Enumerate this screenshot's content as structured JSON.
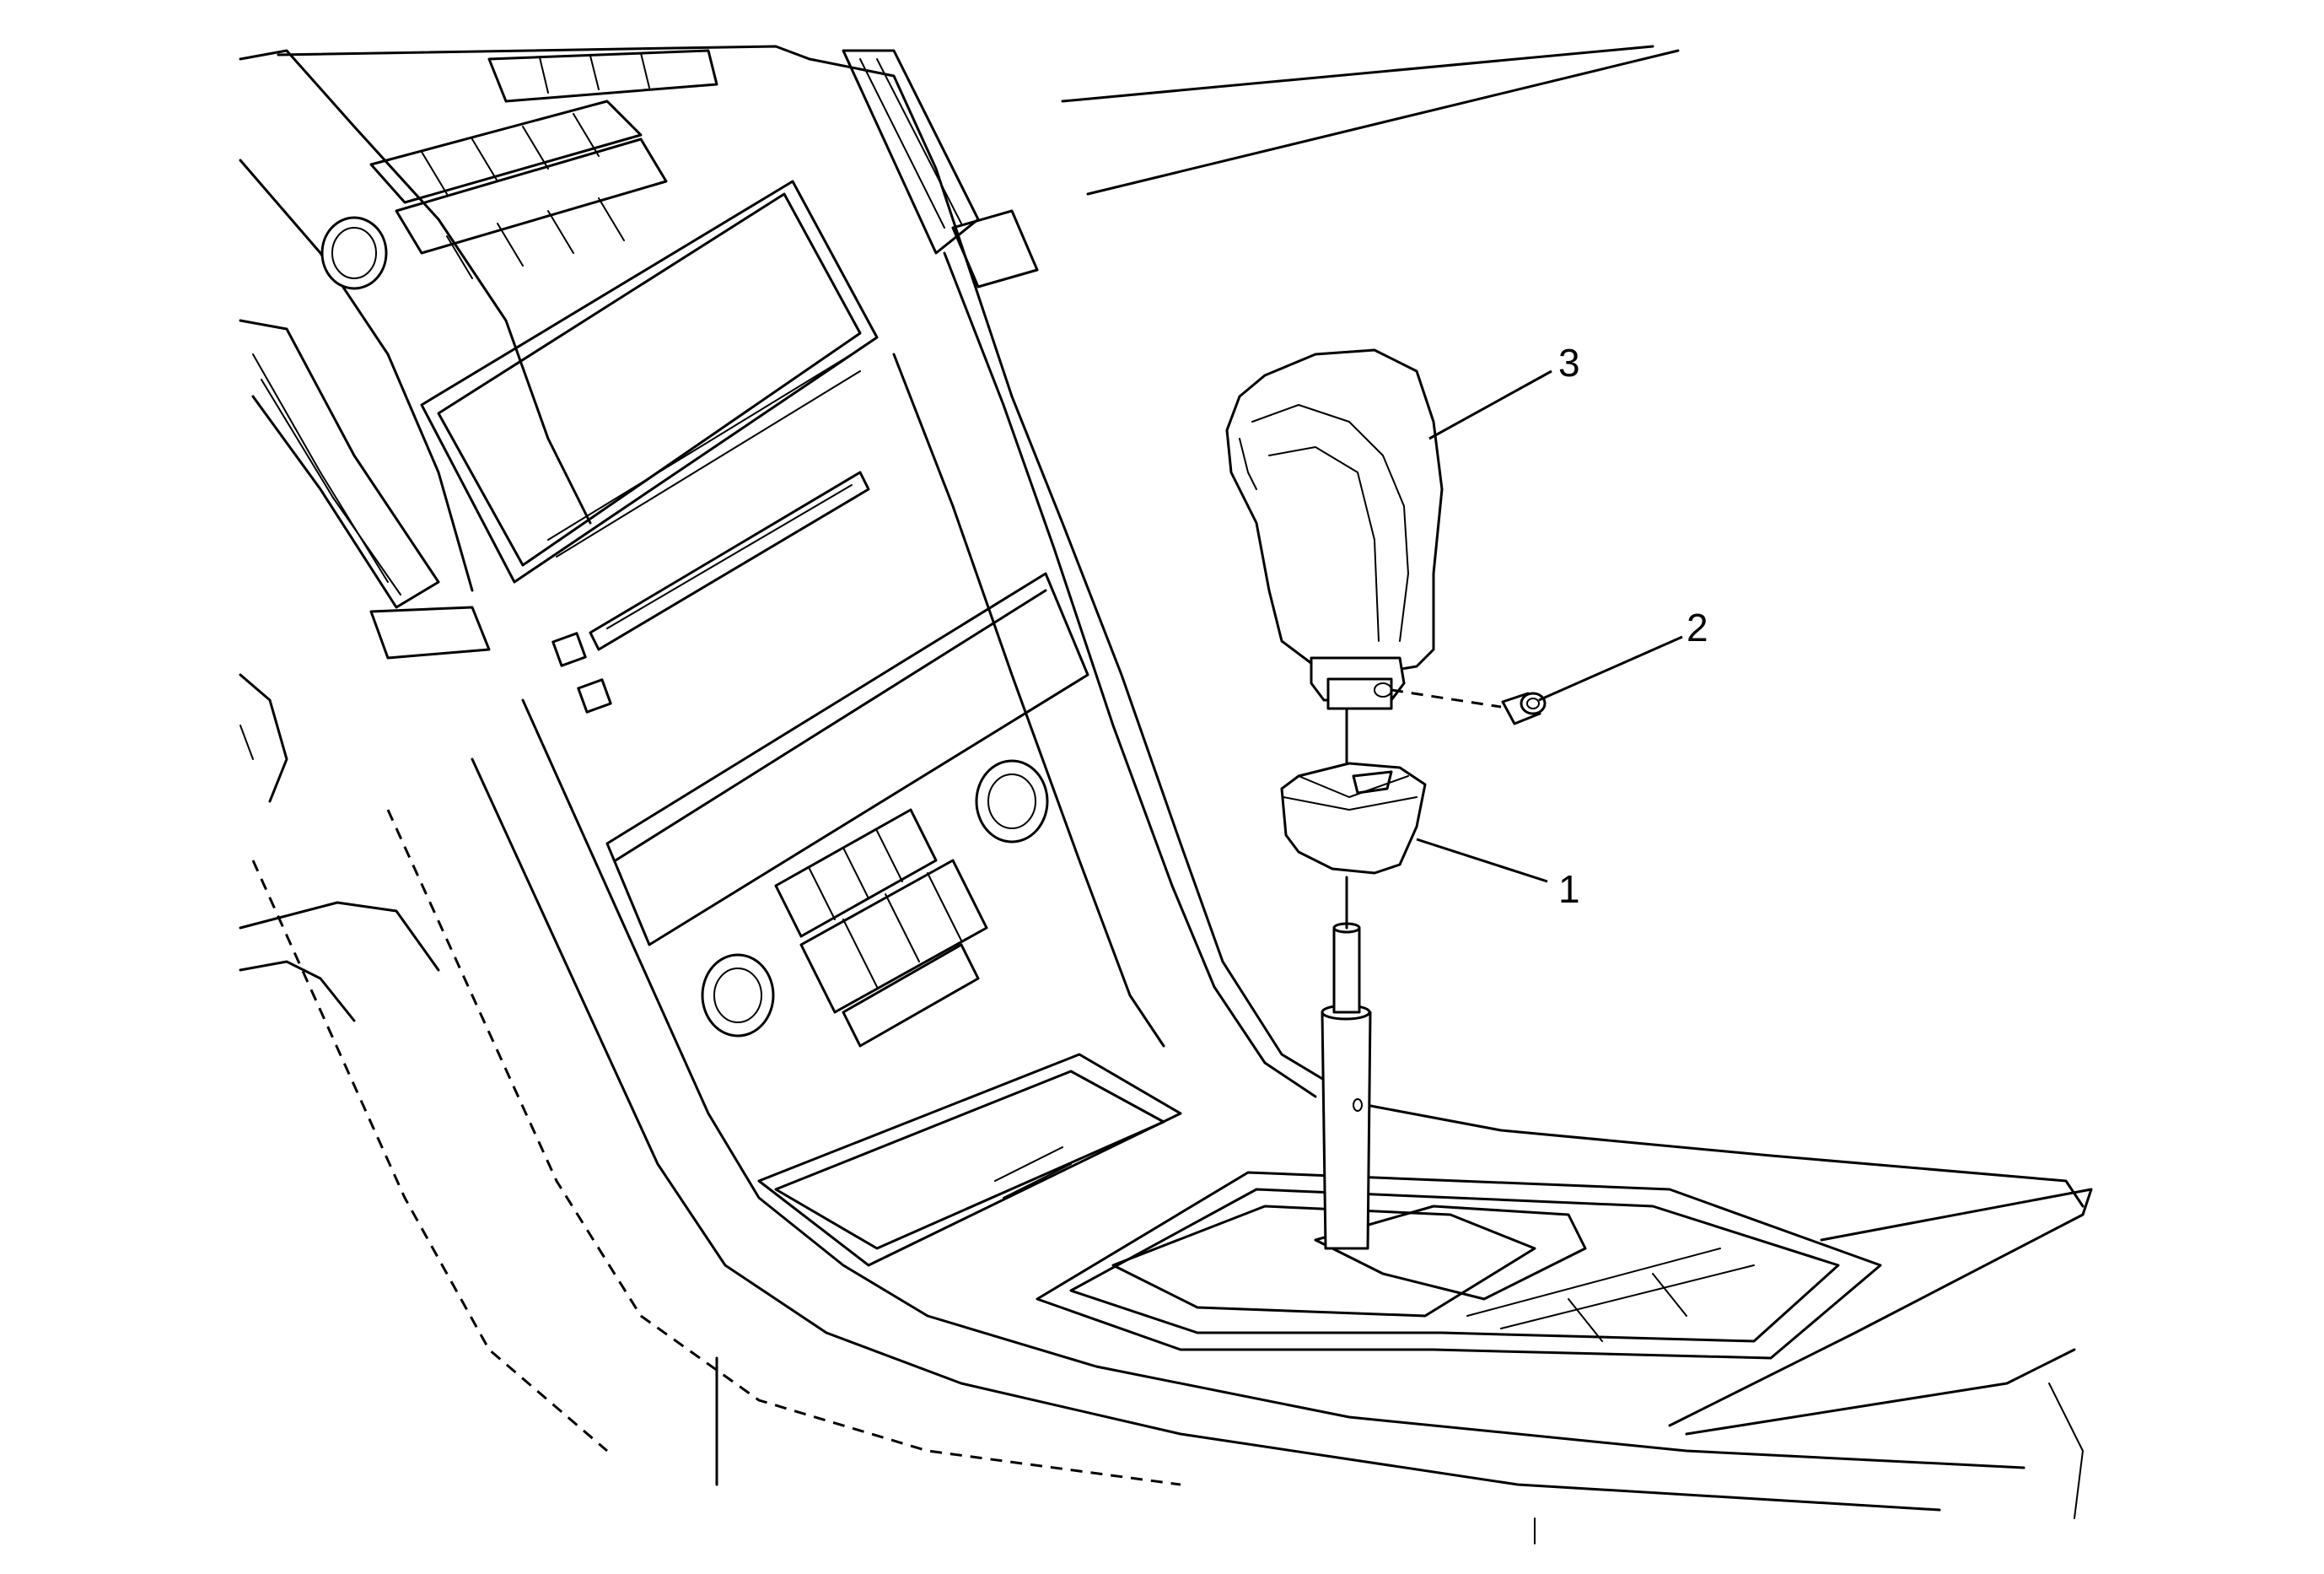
{
  "callouts": [
    {
      "number": "1",
      "part": "shift-knob-boot"
    },
    {
      "number": "2",
      "part": "retaining-screw"
    },
    {
      "number": "3",
      "part": "shift-knob"
    }
  ]
}
